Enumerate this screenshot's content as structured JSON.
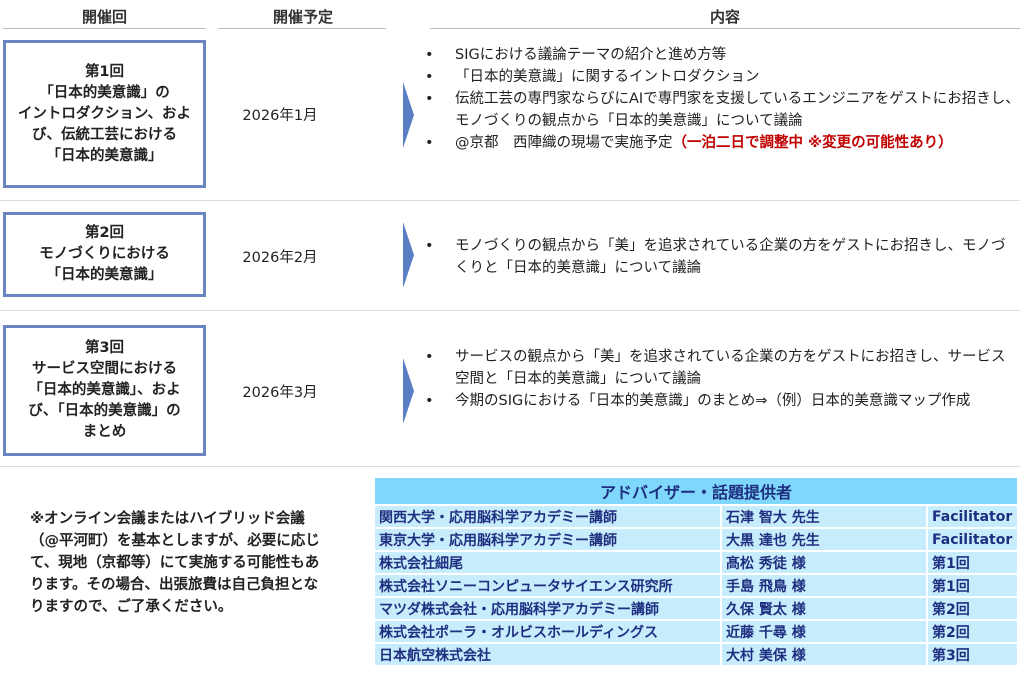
{
  "headers": {
    "session": "開催回",
    "schedule": "開催予定",
    "content": "内容"
  },
  "sessions": [
    {
      "title": "第1回\n「日本的美意識」の\nイントロダクション、およ\nび、伝統工芸における\n「日本的美意識」",
      "date": "2026年1月",
      "items": [
        "SIGにおける議論テーマの紹介と進め方等",
        "「日本的美意識」に関するイントロダクション",
        "伝統工芸の専門家ならびにAIで専門家を支援しているエンジニアをゲストにお招きし、モノづくりの観点から「日本的美意識」について議論"
      ],
      "last_item": "@京都　西陣織の現場で実施予定",
      "last_item_note": "（一泊二日で調整中 ※変更の可能性あり）"
    },
    {
      "title": "第2回\nモノづくりにおける\n「日本的美意識」",
      "date": "2026年2月",
      "items": [
        "モノづくりの観点から「美」を追求されている企業の方をゲストにお招きし、モノづくりと「日本的美意識」について議論"
      ]
    },
    {
      "title": "第3回\nサービス空間における\n「日本的美意識」、およ\nび、「日本的美意識」の\nまとめ",
      "date": "2026年3月",
      "items": [
        "サービスの観点から「美」を追求されている企業の方をゲストにお招きし、サービス空間と「日本的美意識」について議論",
        "今期のSIGにおける「日本的美意識」のまとめ⇒（例）日本的美意識マップ作成"
      ]
    }
  ],
  "note": "※オンライン会議またはハイブリッド会議（@平河町）を基本としますが、必要に応じて、現地（京都等）にて実施する可能性もあります。その場合、出張旅費は自己負担となりますので、ご了承ください。",
  "advisors": {
    "title": "アドバイザー・話題提供者",
    "rows": [
      [
        "関西大学・応用脳科学アカデミー講師",
        "石津 智大 先生",
        "Facilitator"
      ],
      [
        "東京大学・応用脳科学アカデミー講師",
        "大黒 達也 先生",
        "Facilitator"
      ],
      [
        "株式会社細尾",
        "髙松 秀徒 様",
        "第1回"
      ],
      [
        "株式会社ソニーコンピュータサイエンス研究所",
        "手島 飛鳥 様",
        "第1回"
      ],
      [
        "マツダ株式会社・応用脳科学アカデミー講師",
        "久保 賢太 様",
        "第2回"
      ],
      [
        "株式会社ポーラ・オルビスホールディングス",
        "近藤 千尋 様",
        "第2回"
      ],
      [
        "日本航空株式会社",
        "大村 美保 様",
        "第3回"
      ]
    ]
  }
}
